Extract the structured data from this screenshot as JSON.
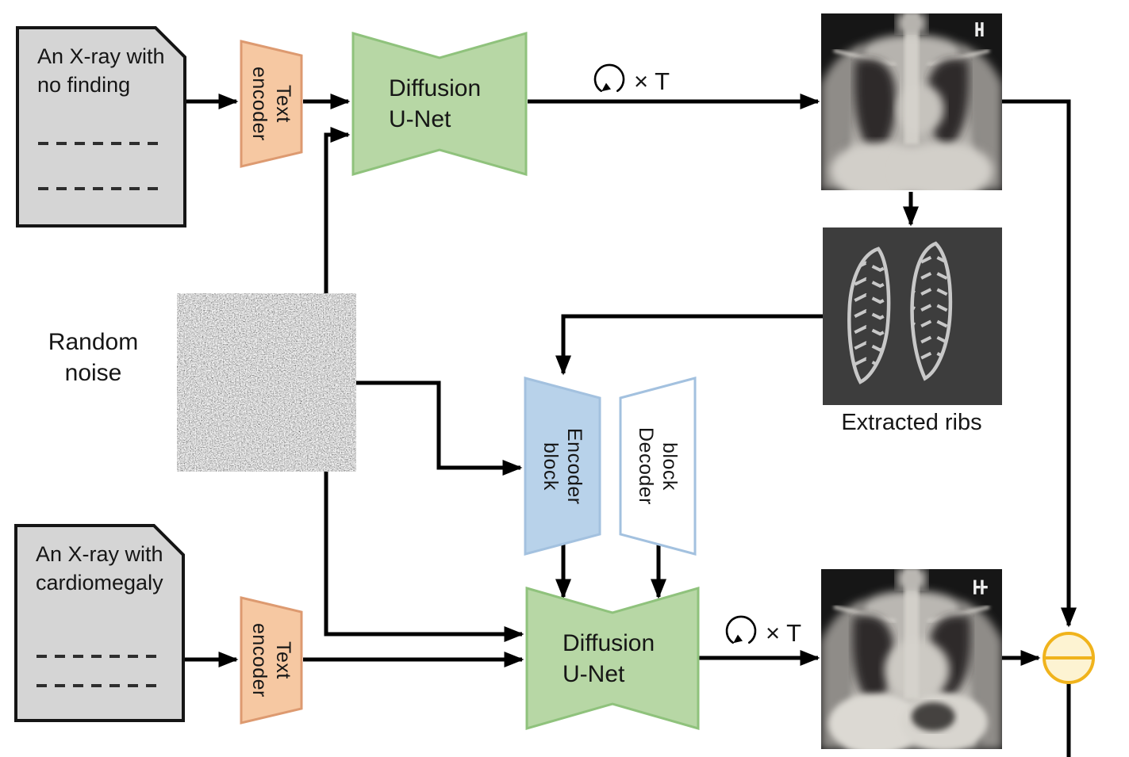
{
  "diagram_title": "text-conditioned diffusion x-ray generation pipeline",
  "prompts": {
    "no_finding": "An X-ray with\nno finding",
    "cardiomegaly": "An X-ray with\ncardiomegaly"
  },
  "blocks": {
    "text_encoder": "Text\nencoder",
    "diffusion_unet": "Diffusion\nU-Net",
    "encoder_block": "Encoder\nblock",
    "decoder_block": "Decoder\nblock"
  },
  "labels": {
    "random_noise": "Random\nnoise",
    "extracted_ribs": "Extracted ribs",
    "loop_count": "× T"
  },
  "icons": {
    "loop": "circular-arrow-loop",
    "subtract": "minus-in-circle"
  },
  "colors": {
    "doc_fill": "#d5d5d5",
    "doc_stroke": "#151515",
    "orange_fill": "#f6c8a2",
    "orange_stroke": "#dd9a70",
    "green_fill": "#b7d7a5",
    "green_stroke": "#8fc27c",
    "blue_fill": "#b8d2ea",
    "blue_stroke": "#a3c1df",
    "node_fill": "#fdf3d2",
    "node_stroke": "#f0b31c",
    "line": "#000000",
    "ribs_bg": "#3d3d3d",
    "ribs_line": "#c8c8c8"
  }
}
